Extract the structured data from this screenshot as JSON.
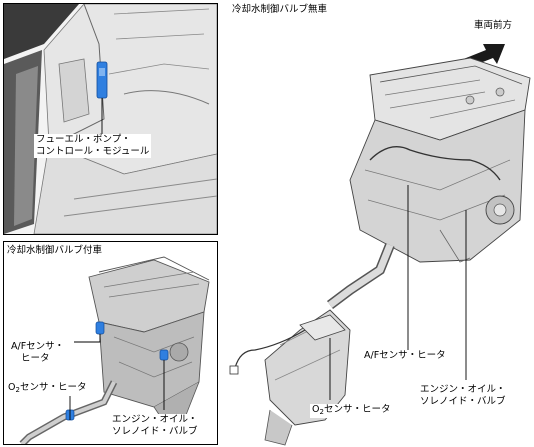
{
  "top_left_panel": {
    "callout": [
      "フューエル・ポンプ・",
      "コントロール・モジュール"
    ]
  },
  "bottom_left_panel": {
    "title": "冷却水制御バルブ付車",
    "af_sensor": [
      "A/Fセンサ・",
      "ヒータ"
    ],
    "o2_sensor": {
      "prefix": "O",
      "subscript": "2",
      "suffix": "センサ・ヒータ"
    },
    "oil_solenoid": [
      "エンジン・オイル・",
      "ソレノイド・バルブ"
    ]
  },
  "right_diagram": {
    "title": "冷却水制御バルブ無車",
    "direction_label": "車両前方",
    "af_sensor": "A/Fセンサ・ヒータ",
    "o2_sensor": {
      "prefix": "O",
      "subscript": "2",
      "suffix": "センサ・ヒータ"
    },
    "oil_solenoid": [
      "エンジン・オイル・",
      "ソレノイド・バルブ"
    ]
  },
  "colors": {
    "highlight": "#2f7fe0"
  }
}
